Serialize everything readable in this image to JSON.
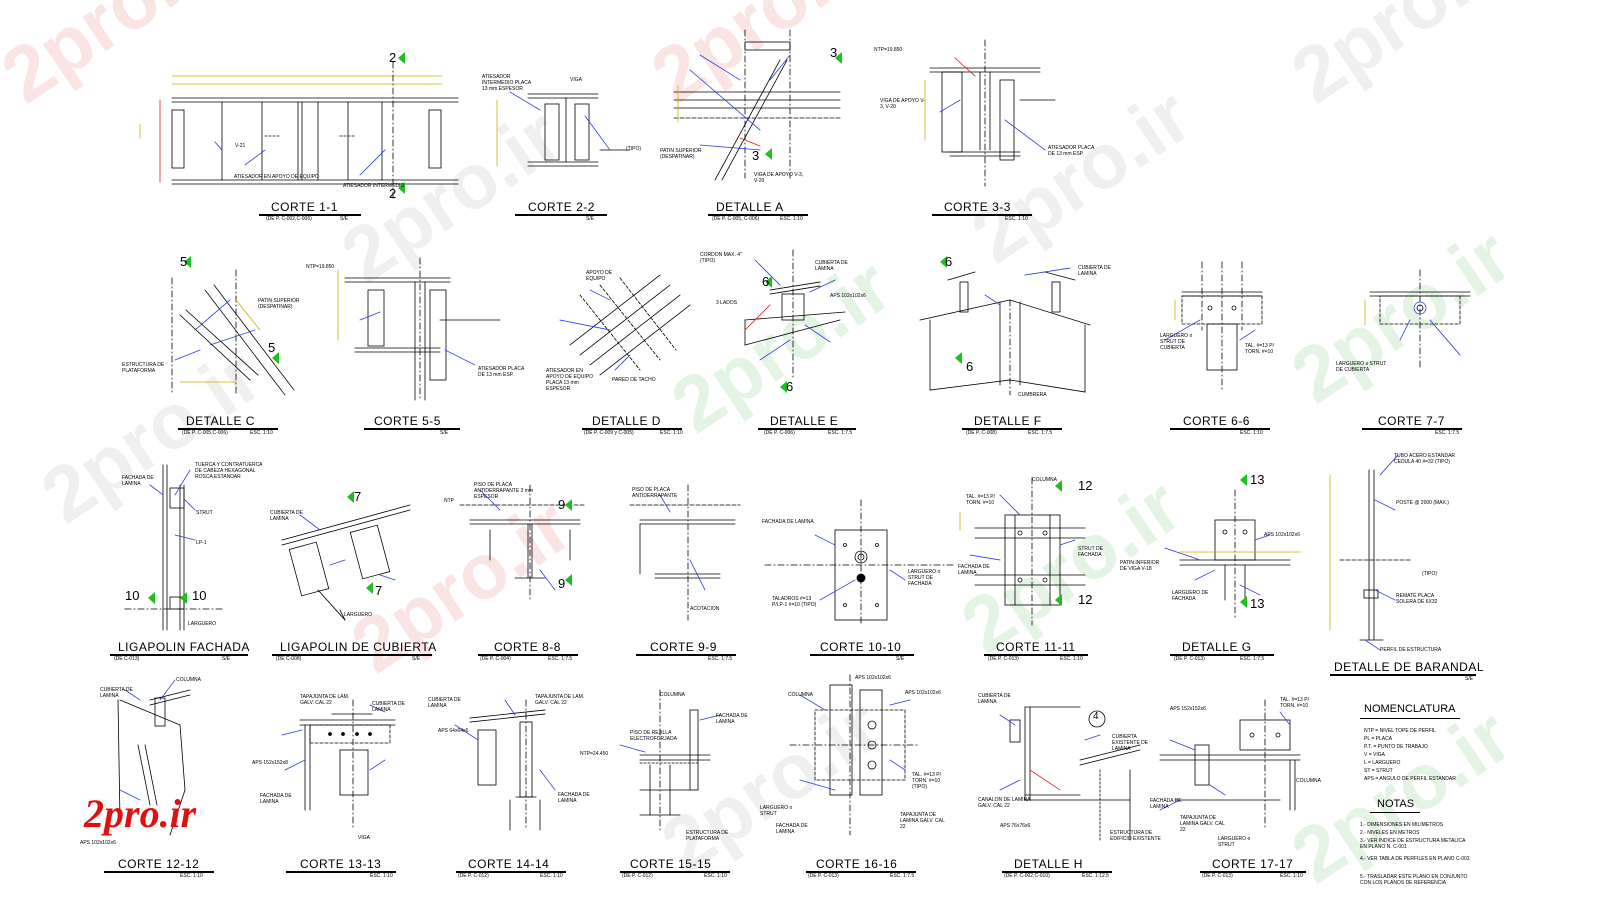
{
  "watermark_text": "2pro.ir",
  "logo_text": "2pro.ir",
  "colors": {
    "red": "#d92020",
    "blue": "#2a3bdc",
    "green": "#1fbf1f",
    "yellow": "#c8b400",
    "black": "#000000",
    "logo": "#e01010"
  },
  "titles": {
    "t1": {
      "main": "CORTE 1-1",
      "ref": "(DE P. C-002,C-006)",
      "scale": "S/E"
    },
    "t2": {
      "main": "CORTE 2-2",
      "ref": "",
      "scale": "S/E"
    },
    "t3": {
      "main": "DETALLE A",
      "ref": "(DE P. C-005, C-006)",
      "scale": "ESC. 1:10"
    },
    "t4": {
      "main": "CORTE 3-3",
      "ref": "",
      "scale": "ESC. 1:10"
    },
    "t5": {
      "main": "DETALLE C",
      "ref": "(DE P. C-005,C-006)",
      "scale": "ESC. 1:10"
    },
    "t6": {
      "main": "CORTE 5-5",
      "ref": "",
      "scale": "S/E"
    },
    "t7": {
      "main": "DETALLE D",
      "ref": "(DE P. C-009 y C-005)",
      "scale": "ESC. 1:10"
    },
    "t8": {
      "main": "DETALLE E",
      "ref": "(DE P. C-006)",
      "scale": "ESC. 1:7.5"
    },
    "t9": {
      "main": "DETALLE F",
      "ref": "(DE P. C-008)",
      "scale": "ESC. 1:7.5"
    },
    "t10": {
      "main": "CORTE 6-6",
      "ref": "",
      "scale": "ESC. 1:10"
    },
    "t11": {
      "main": "CORTE 7-7",
      "ref": "",
      "scale": "ESC. 1:7.5"
    },
    "t12": {
      "main": "LIGAPOLIN FACHADA",
      "ref": "(DE C-013)",
      "scale": "S/E"
    },
    "t13": {
      "main": "LIGAPOLIN DE CUBIERTA",
      "ref": "(DE C-008)",
      "scale": "S/E"
    },
    "t14": {
      "main": "CORTE 8-8",
      "ref": "(DE P. C-004)",
      "scale": "ESC. 1:7.5"
    },
    "t15": {
      "main": "CORTE 9-9",
      "ref": "",
      "scale": "ESC. 1:7.5"
    },
    "t16": {
      "main": "CORTE 10-10",
      "ref": "",
      "scale": "S/E"
    },
    "t17": {
      "main": "CORTE 11-11",
      "ref": "(DE P. C-013)",
      "scale": "ESC. 1:10"
    },
    "t18": {
      "main": "DETALLE G",
      "ref": "(DE P. C-013)",
      "scale": "ESC. 1:7.5"
    },
    "t19": {
      "main": "DETALLE DE BARANDAL",
      "ref": "",
      "scale": "S/E"
    },
    "t20": {
      "main": "CORTE 12-12",
      "ref": "",
      "scale": "ESC. 1:10"
    },
    "t21": {
      "main": "CORTE 13-13",
      "ref": "",
      "scale": "ESC. 1:10"
    },
    "t22": {
      "main": "CORTE 14-14",
      "ref": "(DE P. C-012)",
      "scale": "ESC. 1:10"
    },
    "t23": {
      "main": "CORTE 15-15",
      "ref": "(DE P. C-012)",
      "scale": "ESC. 1:10"
    },
    "t24": {
      "main": "CORTE 16-16",
      "ref": "(DE P. C-013)",
      "scale": "ESC. 1:7.5"
    },
    "t25": {
      "main": "DETALLE H",
      "ref": "(DE P. C-002,C-010)",
      "scale": "ESC. 1:12.5"
    },
    "t26": {
      "main": "CORTE 17-17",
      "ref": "(DE P. C-013)",
      "scale": "ESC. 1:10"
    }
  },
  "nomenclatura": {
    "title": "NOMENCLATURA",
    "items": [
      "NTP = NIVEL TOPE DE PERFIL",
      "PL = PLACA",
      "P.T. = PUNTO DE TRABAJO",
      "V = VIGA",
      "L = LARGUERO",
      "ST = STRUT",
      "APS = ANGULO DE PERFIL ESTANDAR"
    ]
  },
  "notas": {
    "title": "NOTAS",
    "items": [
      "1.- DIMENSIONES EN MILIMETROS",
      "2.- NIVELES EN METROS",
      "3.- VER INDICE DE ESTRUCTURA METALICA EN PLANO N. C-001",
      "4.- VER TABLA DE PERFILES EN PLANO C-003",
      "5.- TRASLADAR ESTE PLANO EN CONJUNTO CON LOS PLANOS DE REFERENCIA"
    ]
  },
  "labels": {
    "l1": "V-21",
    "l2": "ATIESADOR EN APOYO DE EQUIPO",
    "l3": "ATIESADOR INTERMEDIO",
    "l4": "ATIESADOR INTERMEDIO PLACA 13 mm ESPESOR",
    "l5": "VIGA",
    "l6": "(TIPO)",
    "l7": "PATIN SUPERIOR (DESPATINAR)",
    "l8": "VIGA DE APOYO V-3, V-20",
    "l9": "NTP=19.850",
    "l10": "VIGA DE APOYO V-3, V-20",
    "l11": "ATIESADOR PLACA DE 13 mm ESP.",
    "l12": "PATIN SUPERIOR (DESPATINAR)",
    "l13": "ESTRUCTURA DE PLATAFORMA",
    "l14": "NTP=19.850",
    "l15": "ATIESADOR PLACA DE 13 mm ESP.",
    "l16": "APOYO DE EQUIPO",
    "l17": "ATIESADOR EN APOYO DE EQUIPO PLACA 13 mm ESPESOR",
    "l18": "PARED DE TACHO",
    "l19": "CORDON MAX. 4\" (TIPO)",
    "l20": "CUBIERTA DE LAMINA",
    "l21": "3 LADOS",
    "l22": "APS 102x102x6",
    "l23": "CUBIERTA DE LAMINA",
    "l24": "CUMBRERA",
    "l25": "LARGUERO o STRUT DE CUBIERTA",
    "l26": "TAL. #=13 P/ TORN. #=10",
    "l27": "LARGUERO o STRUT DE CUBIERTA",
    "l28": "FACHADA DE LAMINA",
    "l29": "TUERCA Y CONTRATUERCA DE CABEZA HEXAGONAL ROSCA ESTANDAR",
    "l30": "STRUT",
    "l31": "LP-1",
    "l32": "LARGUERO",
    "l33": "CUBIERTA DE LAMINA",
    "l34": "LARGUERO",
    "l35": "PISO DE PLACA ANTIDERRAPANTE 3 mm ESPESOR",
    "l36": "NTP",
    "l37": "PISO DE PLACA ANTIDERRAPANTE",
    "l38": "ACOTACION",
    "l39": "FACHADA DE LAMINA",
    "l40": "LARGUERO o STRUT DE FACHADA",
    "l41": "TALADROS #=13 P/LP-1 #=10 (TIPO)",
    "l42": "COLUMNA",
    "l43": "FACHADA DE LAMINA",
    "l44": "STRUT DE FACHADA",
    "l45": "TAL. #=13 P/ TORN. #=10",
    "l46": "PATIN INFERIOR DE VIGA V-18",
    "l47": "APS 102x102x6",
    "l48": "LARGUERO DE FACHADA",
    "l49": "TUBO ACERO ESTANDAR CEDULA 40 #=32 (TIPO)",
    "l50": "POSTE @ 2000 (MAX.)",
    "l51": "(TIPO)",
    "l52": "REMATE PLACA SOLERA DE 6X32",
    "l53": "PERFIL DE ESTRUCTURA",
    "l54": "COLUMNA",
    "l55": "CUBIERTA DE LAMINA",
    "l56": "APS 102x102x6",
    "l57": "TAPAJUNTA DE LAM. GALV. CAL 22",
    "l58": "CUBIERTA DE LAMINA",
    "l59": "APS 152x152x8",
    "l60": "FACHADA DE LAMINA",
    "l61": "VIGA",
    "l62": "CUBIERTA DE LAMINA",
    "l63": "APS 64x64x6",
    "l64": "TAPAJUNTA DE LAM. GALV. CAL 22",
    "l65": "FACHADA DE LAMINA",
    "l66": "COLUMNA",
    "l67": "FACHADA DE LAMINA",
    "l68": "PISO DE REJILLA ELECTROFORJADA",
    "l69": "ESTRUCTURA DE PLATAFORMA",
    "l70": "NTP=24.450",
    "l71": "COLUMNA",
    "l72": "APS 102x102x6",
    "l73": "TAL. #=13 P/ TORN. #=10 (TIPO)",
    "l74": "TAPAJUNTA DE LAMINA GALV. CAL 22",
    "l75": "LARGUERO o STRUT",
    "l76": "FACHADA DE LAMINA",
    "l77": "CUBIERTA DE LAMINA",
    "l78": "CUBIERTA EXISTENTE DE LAMINA",
    "l79": "CANALON DE LAMINA GALV. CAL 22",
    "l80": "APS 76x76x6",
    "l81": "ESTRUCTURA DE EDIFICIO EXISTENTE",
    "l82": "APS 152x152x6",
    "l83": "TAL. #=13 P/ TORN. #=10",
    "l84": "COLUMNA",
    "l85": "FACHADA DE LAMINA",
    "l86": "TAPAJUNTA DE LAMINA GALV. CAL 22",
    "l87": "LARGUERO o STRUT",
    "l88": "APS 102x102x6"
  },
  "marks": [
    "2",
    "2",
    "3",
    "3",
    "5",
    "5",
    "6",
    "6",
    "6",
    "6",
    "9",
    "9",
    "7",
    "7",
    "10",
    "10",
    "12",
    "12",
    "13",
    "13",
    "4"
  ]
}
